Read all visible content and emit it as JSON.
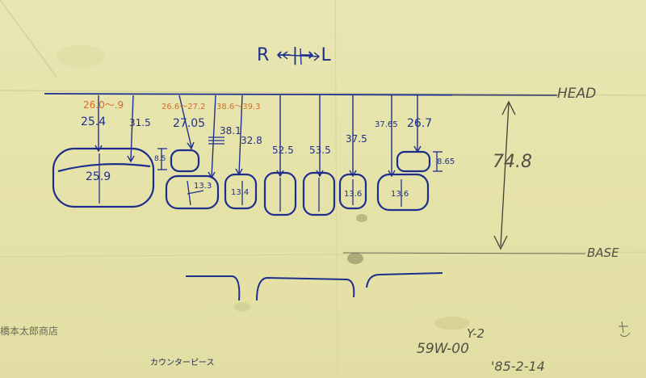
{
  "diagram": {
    "direction": "R ←|→ L",
    "head_label": "HEAD",
    "base_label": "BASE",
    "overall_height": "74.8",
    "stamp": "橋本太郎商店",
    "caption": "カウンターピース",
    "model_code_1": "Y-2",
    "model_code_2": "59W-00",
    "date": "'85-2-14",
    "orange_notes": [
      "26.0～.9",
      "26.6～27.2",
      "38.6～39.3"
    ],
    "depths": [
      "25.4",
      "31.5",
      "27.05",
      "38.1",
      "32.8",
      "52.5",
      "53.5",
      "37.5",
      "37.65",
      "26.7"
    ],
    "widths": [
      "25.9",
      "13.3",
      "13.4",
      "13.6",
      "13.6"
    ],
    "small_dims": [
      "8.5",
      "8.65"
    ]
  }
}
